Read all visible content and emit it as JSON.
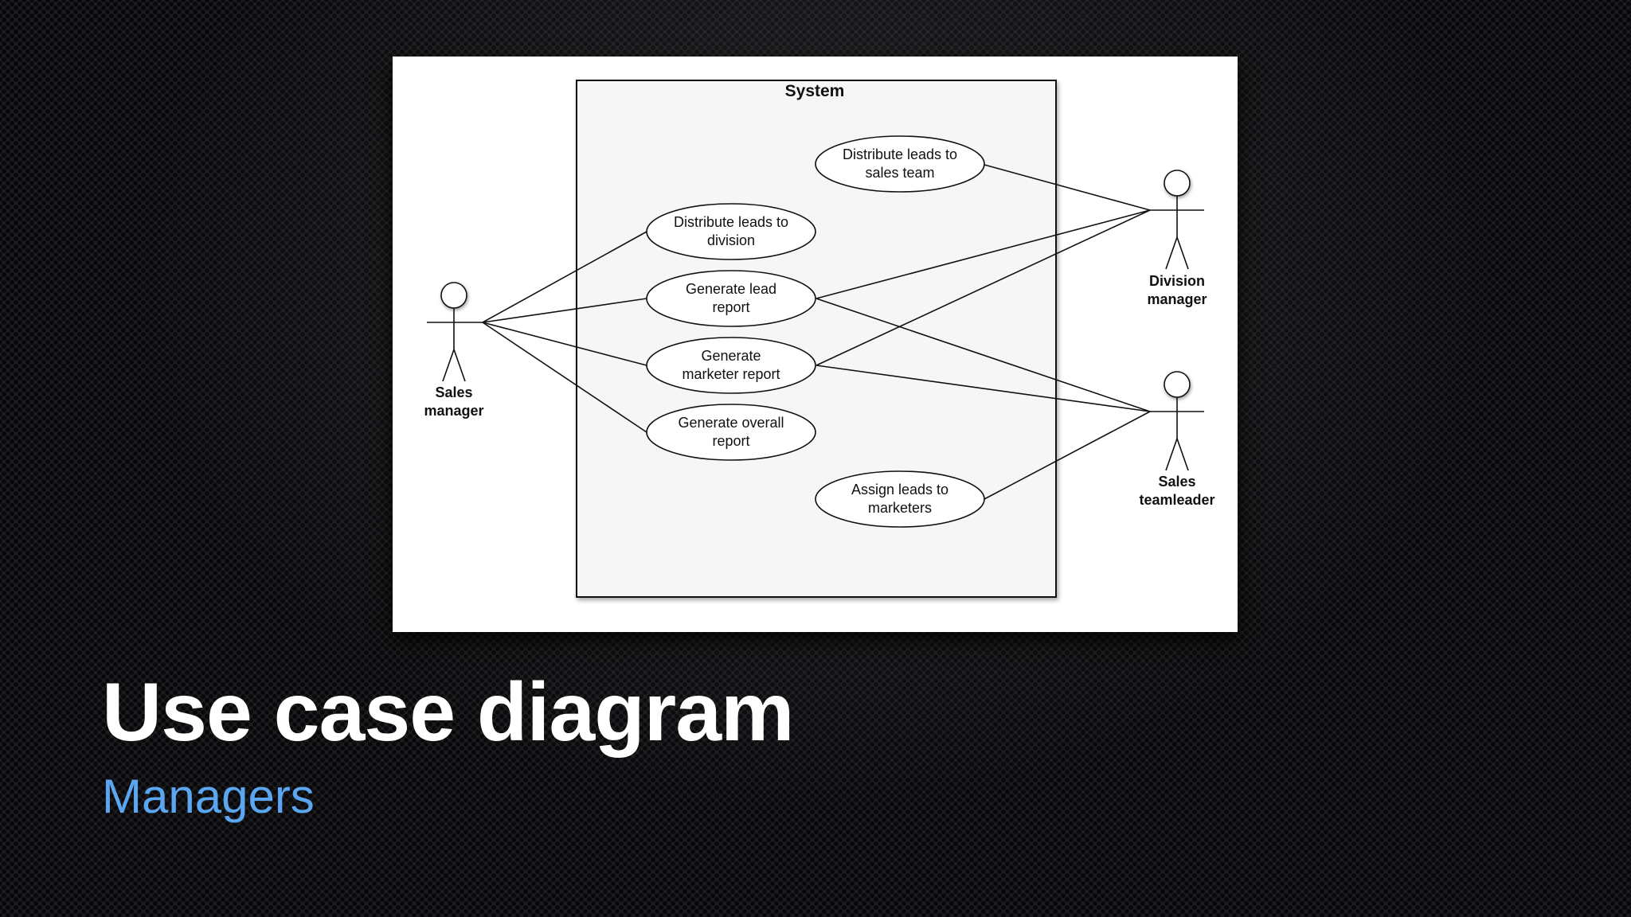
{
  "slide": {
    "title": "Use case diagram",
    "subtitle": "Managers"
  },
  "diagram": {
    "system_label": "System",
    "actors": {
      "sales_manager": [
        "Sales",
        "manager"
      ],
      "division_manager": [
        "Division",
        "manager"
      ],
      "sales_teamleader": [
        "Sales",
        "teamleader"
      ]
    },
    "use_cases": {
      "distribute_leads_sales_team": [
        "Distribute leads to",
        "sales team"
      ],
      "distribute_leads_division": [
        "Distribute leads to",
        "division"
      ],
      "generate_lead_report": [
        "Generate lead",
        "report"
      ],
      "generate_marketer_report": [
        "Generate",
        "marketer report"
      ],
      "generate_overall_report": [
        "Generate overall",
        "report"
      ],
      "assign_leads_marketers": [
        "Assign leads to",
        "marketers"
      ]
    }
  },
  "colors": {
    "background": "#1c1c1e",
    "title": "#ffffff",
    "subtitle": "#5aa6f0",
    "system_fill": "#f6f6f7"
  }
}
